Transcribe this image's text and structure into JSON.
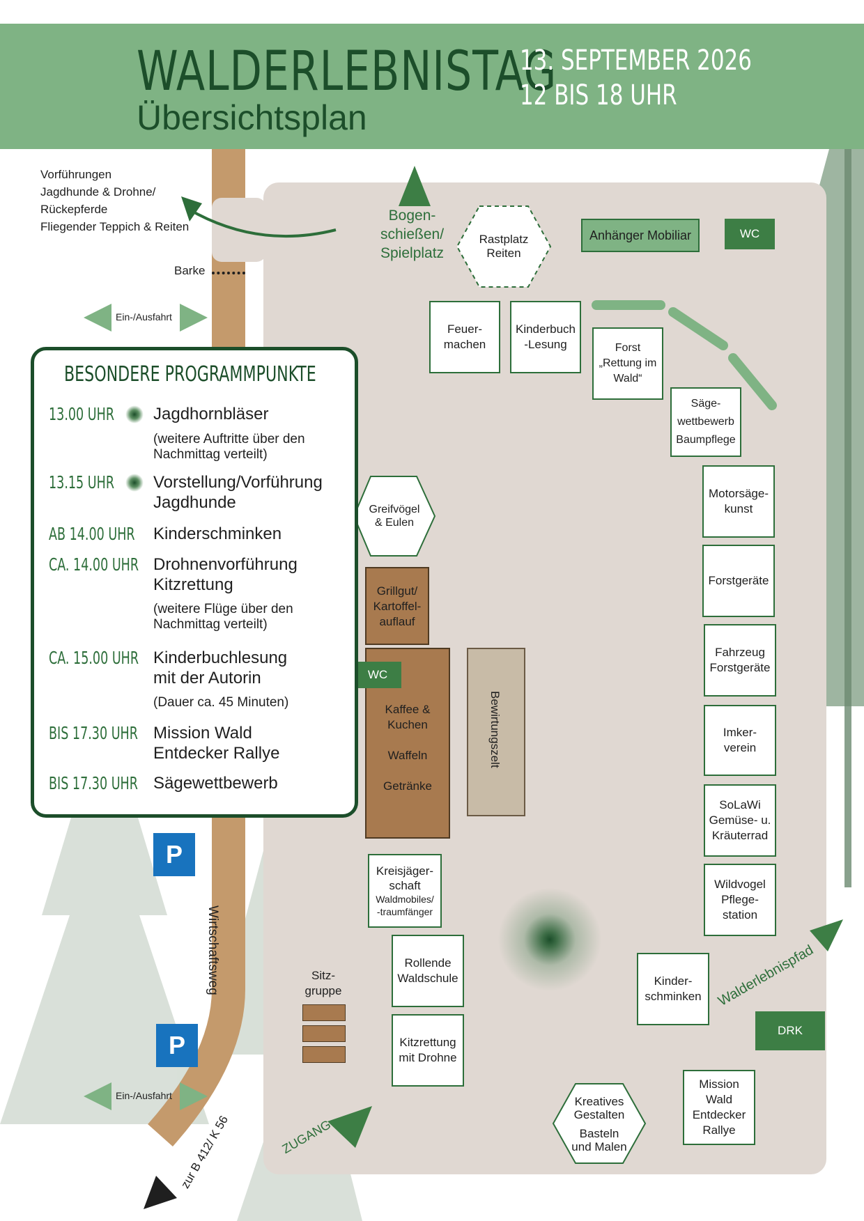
{
  "header": {
    "title": "WALDERLEBNISTAG",
    "subtitle": "Übersichtsplan",
    "date": "13. SEPTEMBER 2026",
    "time": "12 BIS 18 UHR"
  },
  "program": {
    "title": "BESONDERE PROGRAMMPUNKTE",
    "items": [
      {
        "time": "13.00 UHR",
        "label": "Jagdhornbläser",
        "note1": "(weitere Auftritte über den",
        "note2": "Nachmittag verteilt)"
      },
      {
        "time": "13.15 UHR",
        "label1": "Vorstellung/Vorführung",
        "label2": "Jagdhunde"
      },
      {
        "time": "AB 14.00 UHR",
        "label": "Kinderschminken"
      },
      {
        "time": "CA. 14.00 UHR",
        "label1": "Drohnenvorführung",
        "label2": "Kitzrettung",
        "note1": "(weitere Flüge über den",
        "note2": "Nachmittag verteilt)"
      },
      {
        "time": "CA. 15.00 UHR",
        "label1": "Kinderbuchlesung",
        "label2": "mit der Autorin",
        "note1": "(Dauer ca. 45 Minuten)"
      },
      {
        "time": "BIS 17.30 UHR",
        "label1": "Mission Wald",
        "label2": "Entdecker Rallye"
      },
      {
        "time": "BIS 17.30 UHR",
        "label": "Sägewettbewerb"
      }
    ]
  },
  "map": {
    "demo": {
      "line1": "Vorführungen",
      "line2": "Jagdhunde & Drohne/",
      "line3": "Rückepferde",
      "line4": "Fliegender Teppich & Reiten"
    },
    "barke": "Barke",
    "entry_exit": "Ein-/Ausfahrt",
    "road_label": "Wirtschaftsweg",
    "road_bottom": "zur B 412/ K 56",
    "parking": "P",
    "access": "ZUGANG",
    "trail": "Walderlebnispfad",
    "archery": {
      "line1": "Bogen-",
      "line2": "schießen/",
      "line3": "Spielplatz"
    },
    "rest_area": {
      "line1": "Rastplatz",
      "line2": "Reiten"
    },
    "trailer": "Anhänger Mobiliar",
    "wc": "WC",
    "fire": {
      "line1": "Feuer-",
      "line2": "machen"
    },
    "book_reading": {
      "line1": "Kinderbuch",
      "line2": "-Lesung"
    },
    "forest_rescue": {
      "line1": "Forst",
      "line2": "„Rettung im",
      "line3": "Wald“"
    },
    "saw_contest": {
      "line1": "Säge-",
      "line2": "wettbewerb",
      "line3": "Baumpflege"
    },
    "chainsaw_art": {
      "line1": "Motorsäge-",
      "line2": "kunst"
    },
    "forest_equipment": "Forstgeräte",
    "vehicle": {
      "line1": "Fahrzeug",
      "line2": "Forstgeräte"
    },
    "beekeepers": {
      "line1": "Imker-",
      "line2": "verein"
    },
    "solawi": {
      "line1": "SoLaWi",
      "line2": "Gemüse- u.",
      "line3": "Kräuterrad"
    },
    "wild_bird": {
      "line1": "Wildvogel",
      "line2": "Pflege-",
      "line3": "station"
    },
    "face_paint": {
      "line1": "Kinder-",
      "line2": "schminken"
    },
    "drk": "DRK",
    "mission": {
      "line1": "Mission",
      "line2": "Wald",
      "line3": "Entdecker",
      "line4": "Rallye"
    },
    "creative": {
      "line1": "Kreatives",
      "line2": "Gestalten",
      "line3": "Basteln",
      "line4": "und Malen"
    },
    "raptors": {
      "line1": "Greifvögel",
      "line2": "& Eulen"
    },
    "grill": {
      "line1": "Grillgut/",
      "line2": "Kartoffel-",
      "line3": "auflauf"
    },
    "cafe": {
      "line1": "Kaffee &",
      "line2": "Kuchen",
      "line3": "Waffeln",
      "line4": "Getränke"
    },
    "tent": "Bewirtungszelt",
    "hunters": {
      "line1": "Kreisjäger-",
      "line2": "schaft",
      "line3": "Waldmobiles/",
      "line4": "-traumfänger"
    },
    "school": {
      "line1": "Rollende",
      "line2": "Waldschule"
    },
    "drone": {
      "line1": "Kitzrettung",
      "line2": "mit Drohne"
    },
    "seating": {
      "line1": "Sitz-",
      "line2": "gruppe"
    }
  }
}
